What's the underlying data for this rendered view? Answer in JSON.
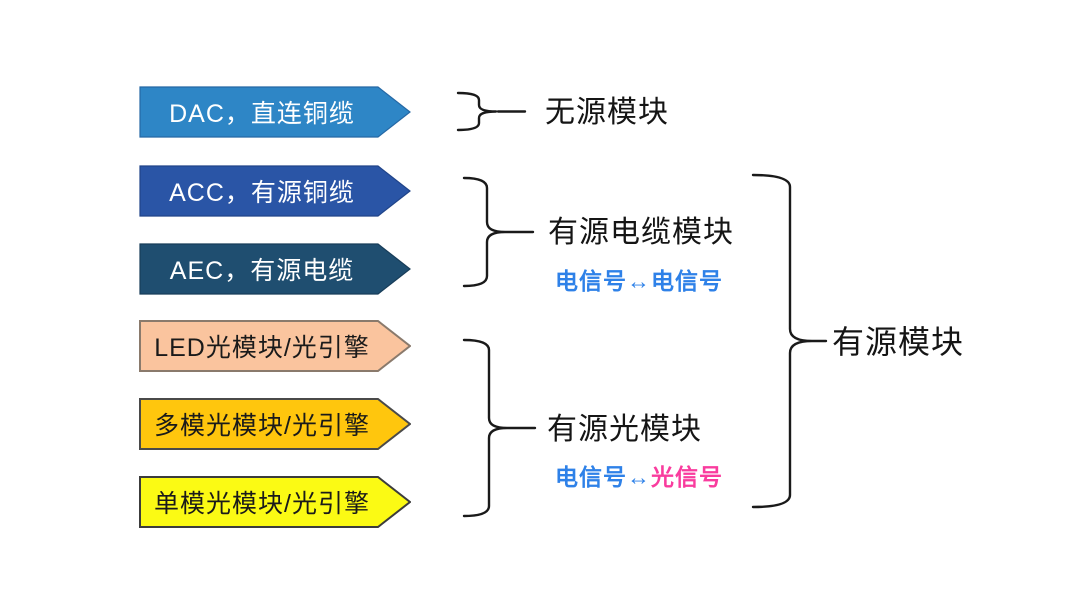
{
  "page": {
    "background_color": "#ffffff",
    "brace_color": "#1a1a1a"
  },
  "banners": [
    {
      "label": "DAC，直连铜缆",
      "fill": "#2E86C6",
      "stroke": "#2568A5",
      "text_color": "#ffffff"
    },
    {
      "label": "ACC，有源铜缆",
      "fill": "#2A55A6",
      "stroke": "#204489",
      "text_color": "#ffffff"
    },
    {
      "label": "AEC，有源电缆",
      "fill": "#1F4E70",
      "stroke": "#183D59",
      "text_color": "#ffffff"
    },
    {
      "label": "LED光模块/光引擎",
      "fill": "#FAC49E",
      "stroke": "#8A7A6C",
      "text_color": "#1a1a1a"
    },
    {
      "label": "多模光模块/光引擎",
      "fill": "#FFC60D",
      "stroke": "#4A4A4A",
      "text_color": "#1a1a1a"
    },
    {
      "label": "单模光模块/光引擎",
      "fill": "#FBFA14",
      "stroke": "#3C3C3C",
      "text_color": "#1a1a1a"
    }
  ],
  "groups": {
    "passive": {
      "label": "无源模块"
    },
    "active_cable": {
      "label": "有源电缆模块",
      "signal": "电信号↔电信号",
      "signal_color": "#2E81E8"
    },
    "active_optical": {
      "label": "有源光模块",
      "signal_electrical": "电信号↔",
      "signal_optical": "光信号",
      "electrical_color": "#2E81E8",
      "optical_color": "#F93C9E"
    },
    "active_module": {
      "label": "有源模块"
    }
  }
}
